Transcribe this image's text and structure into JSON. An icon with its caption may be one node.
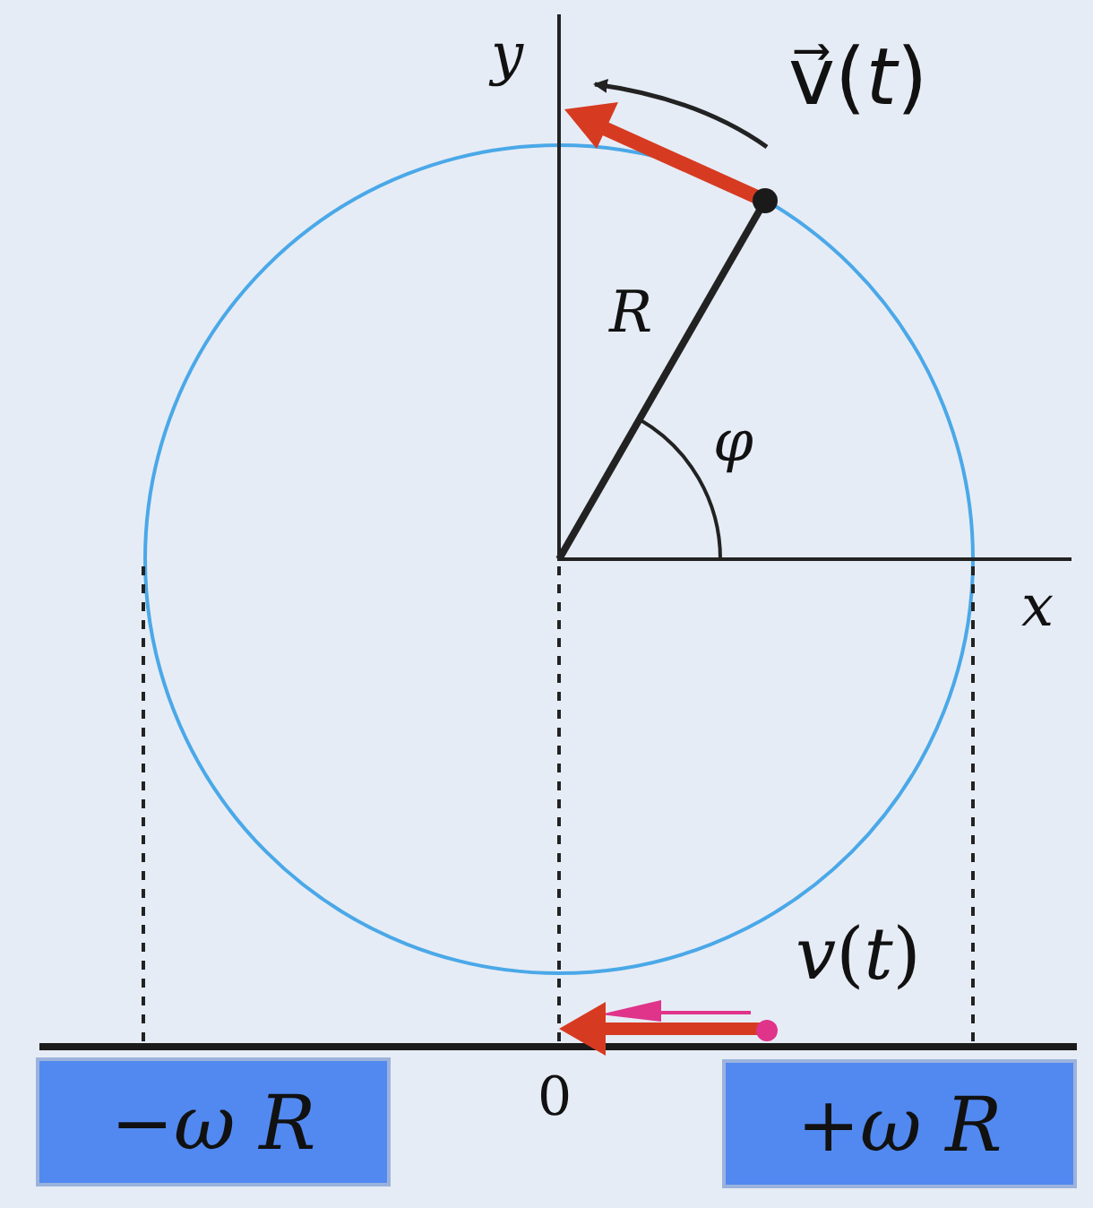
{
  "diagram": {
    "nodes": [
      {
        "text": [
          "−*ω R*"
        ]
      },
      {
        "text": [
          "+*ω R*"
        ]
      }
    ],
    "labels": [
      "*y*",
      "v⃗(*t*)",
      "*R*",
      "*φ*",
      "*x*",
      "*v*(*t*)",
      "0"
    ]
  }
}
